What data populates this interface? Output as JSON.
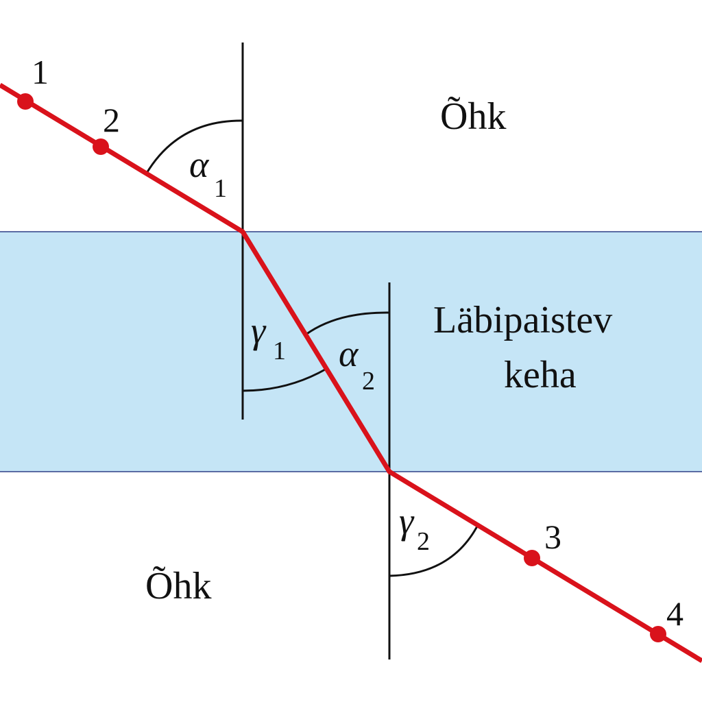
{
  "labels": {
    "air_top": "Õhk",
    "air_bottom": "Õhk",
    "body_line1": "Läbipaistev",
    "body_line2": "keha"
  },
  "points": [
    "1",
    "2",
    "3",
    "4"
  ],
  "angles": {
    "alpha1": {
      "symbol": "α",
      "sub": "1"
    },
    "gamma1": {
      "symbol": "γ",
      "sub": "1"
    },
    "alpha2": {
      "symbol": "α",
      "sub": "2"
    },
    "gamma2": {
      "symbol": "γ",
      "sub": "2"
    }
  },
  "colors": {
    "ray": "#d9121b",
    "slab_fill": "#c5e5f6",
    "slab_border": "#2f3f86",
    "normal_line": "#111111"
  }
}
